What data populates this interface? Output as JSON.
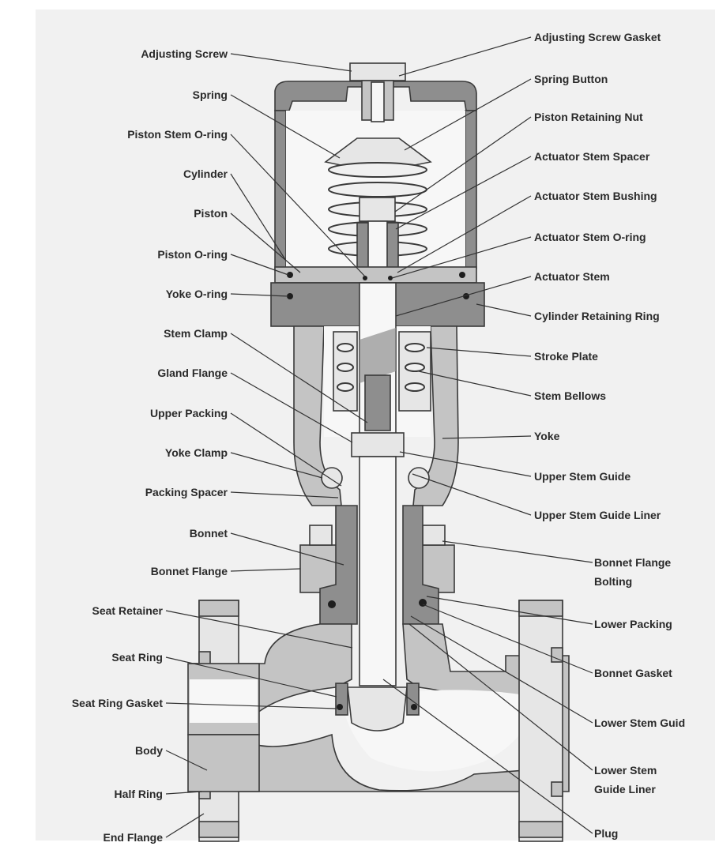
{
  "labels_left": [
    "Adjusting Screw",
    "Spring",
    "Piston Stem O-ring",
    "Cylinder",
    "Piston",
    "Piston O-ring",
    "Yoke O-ring",
    "Stem Clamp",
    "Gland Flange",
    "Upper Packing",
    "Yoke Clamp",
    "Packing Spacer",
    "Bonnet",
    "Bonnet Flange",
    "Seat Retainer",
    "Seat Ring",
    "Seat Ring Gasket",
    "Body",
    "Half Ring",
    "End Flange"
  ],
  "labels_right": [
    "Adjusting Screw Gasket",
    "Spring Button",
    "Piston Retaining Nut",
    "Actuator Stem Spacer",
    "Actuator Stem Bushing",
    "Actuator Stem O-ring",
    "Actuator Stem",
    "Cylinder Retaining Ring",
    "Stroke Plate",
    "Stem Bellows",
    "Yoke",
    "Upper Stem Guide",
    "Upper Stem Guide Liner",
    [
      "Bonnet Flange",
      "Bolting"
    ],
    "Lower Packing",
    "Bonnet Gasket",
    "Lower Stem Guid",
    [
      "Lower Stem",
      "Guide Liner"
    ],
    "Plug"
  ]
}
